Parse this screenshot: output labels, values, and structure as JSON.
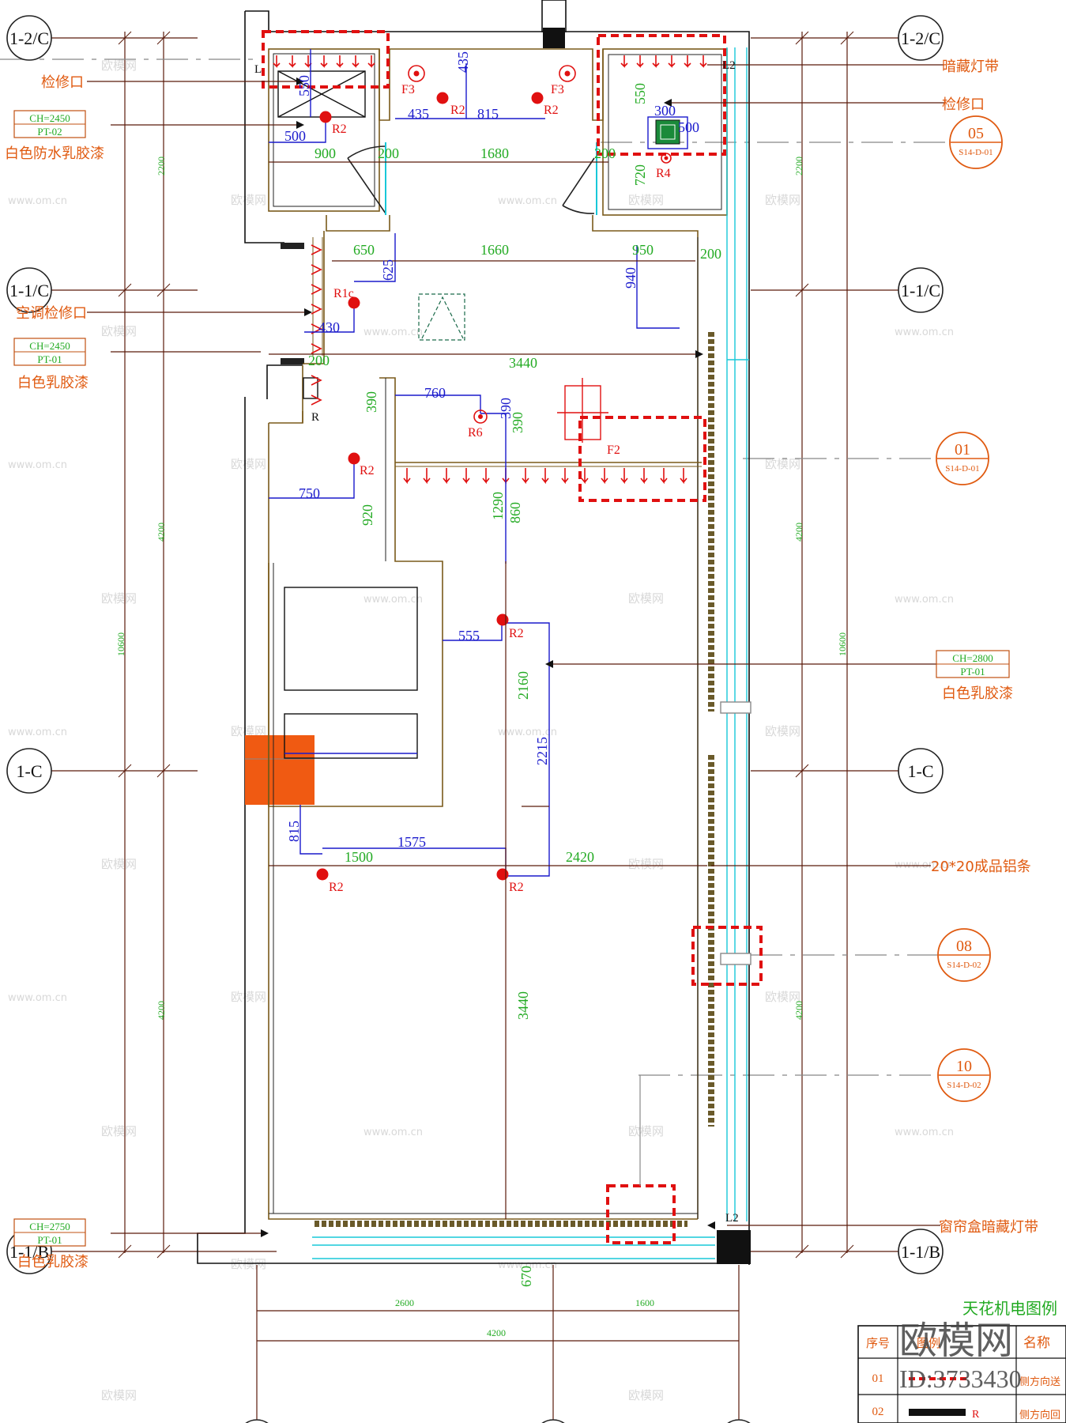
{
  "colors": {
    "grid": "#5a1a0a",
    "wall": "#7a5a1a",
    "dim_green": "#22aa22",
    "dim_blue": "#1a1acc",
    "fixture_red": "#e01010",
    "callout_orange": "#e05a10",
    "glass_cyan": "#18c8d8",
    "label_box": "#c05010"
  },
  "axes": [
    {
      "id": "1-2/C",
      "label": "1-2/C"
    },
    {
      "id": "1-1/C",
      "label": "1-1/C"
    },
    {
      "id": "1-C",
      "label": "1-C"
    },
    {
      "id": "1-1/B",
      "label": "1-1/B"
    }
  ],
  "left_notes": [
    {
      "text": "检修口"
    },
    {
      "text": "空调检修口"
    }
  ],
  "right_notes": [
    {
      "text": "暗藏灯带"
    },
    {
      "text": "检修口"
    },
    {
      "text": "20*20成品铝条"
    },
    {
      "text": "窗帘盒暗藏灯带"
    }
  ],
  "ceiling_tags": [
    {
      "ch": "CH=2450",
      "pt": "PT-02",
      "finish": "白色防水乳胶漆"
    },
    {
      "ch": "CH=2450",
      "pt": "PT-01",
      "finish": "白色乳胶漆"
    },
    {
      "ch": "CH=2800",
      "pt": "PT-01",
      "finish": "白色乳胶漆"
    },
    {
      "ch": "CH=2750",
      "pt": "PT-01",
      "finish": "白色乳胶漆"
    }
  ],
  "section_callouts": [
    {
      "num": "05",
      "ref": "S14-D-01"
    },
    {
      "num": "01",
      "ref": "S14-D-01"
    },
    {
      "num": "08",
      "ref": "S14-D-02"
    },
    {
      "num": "10",
      "ref": "S14-D-02"
    }
  ],
  "fixtures": {
    "f3": "F3",
    "f2": "F2",
    "r2": "R2",
    "r4": "R4",
    "r6": "R6",
    "r1c": "R1c",
    "l2": "L2",
    "l": "L",
    "r": "R"
  },
  "dims_green": {
    "d900": "900",
    "d200": "200",
    "d1680": "1680",
    "d650": "650",
    "d1660": "1660",
    "d950": "950",
    "d3440": "3440",
    "d390": "390",
    "d720": "720",
    "d550": "550",
    "d1290": "1290",
    "d860": "860",
    "d920": "920",
    "d2160": "2160",
    "d1500": "1500",
    "d2420": "2420",
    "d3440v": "3440",
    "d2200": "2200",
    "d4200": "4200",
    "d10600": "10600",
    "d2600": "2600",
    "d1600": "1600",
    "d670": "670"
  },
  "dims_blue": {
    "d500": "500",
    "d435": "435",
    "d815": "815",
    "d625": "625",
    "d430": "430",
    "d760": "760",
    "d750": "750",
    "d555": "555",
    "d2215": "2215",
    "d1575": "1575",
    "d940": "940",
    "d550b": "550",
    "d390b": "390",
    "d300": "300",
    "d500b": "500"
  },
  "title_block": {
    "title": "天花机电图例",
    "col_no": "序号",
    "col_legend": "图例",
    "col_name": "名称",
    "rows": [
      {
        "no": "01",
        "name": "侧方向送"
      },
      {
        "no": "02",
        "name": "侧方向回"
      }
    ]
  },
  "watermark": {
    "brand": "欧模网",
    "id": "ID:3733430",
    "site": "www.om.cn"
  }
}
